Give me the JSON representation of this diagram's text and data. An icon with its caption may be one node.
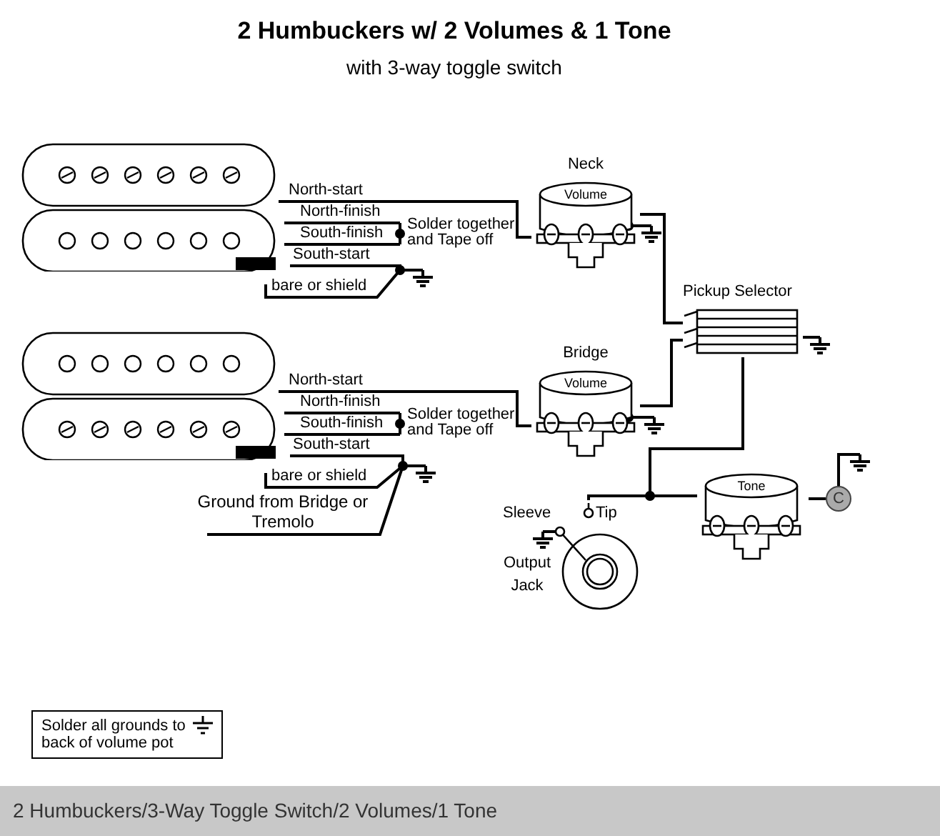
{
  "diagram": {
    "title": "2 Humbuckers w/ 2 Volumes & 1 Tone",
    "caption": "2 Humbuckers/3-Way Toggle Switch/2 Volumes/1 Tone",
    "nodes": [
      {
        "text": [],
        "shape": "picture"
      },
      {
        "text": [],
        "shape": "picture"
      },
      {
        "text": [
          "Neck",
          "Volume"
        ]
      },
      {
        "text": [
          "Bridge",
          "Volume"
        ]
      },
      {
        "text": [
          "Pickup Selector"
        ]
      },
      {
        "text": [
          "Tone"
        ]
      },
      {
        "text": [
          "C"
        ]
      },
      {
        "text": [
          "Output Jack"
        ],
        "beside": [
          "Sleeve",
          "Tip"
        ]
      }
    ],
    "edges": [
      {
        "from": 0,
        "to": 2,
        "arrow": "none",
        "label": "North-start"
      },
      {
        "from": 2,
        "to": 4,
        "arrow": "none"
      },
      {
        "from": 1,
        "to": 3,
        "arrow": "none",
        "label": "North-start"
      },
      {
        "from": 3,
        "to": 4,
        "arrow": "none"
      },
      {
        "from": 4,
        "to": 7,
        "arrow": "none"
      },
      {
        "from": 4,
        "to": 5,
        "arrow": "none"
      },
      {
        "from": 5,
        "to": 6,
        "arrow": "none"
      }
    ],
    "labels": [
      "with 3-way toggle switch",
      "North-finish",
      "South-finish",
      "Solder together and Tape off",
      "South-start",
      "bare or shield",
      "North-finish",
      "South-finish",
      "Solder together and Tape off",
      "South-start",
      "bare or shield",
      "Ground from Bridge or Tremolo",
      "Solder all grounds to back of volume pot"
    ]
  }
}
